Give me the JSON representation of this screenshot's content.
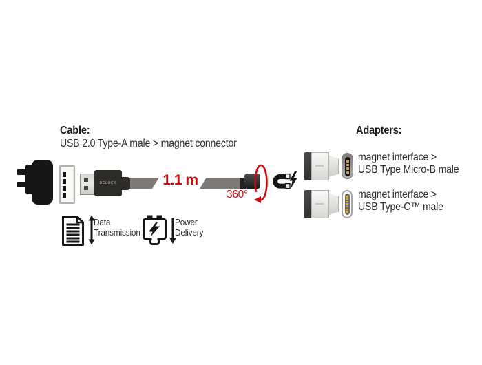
{
  "page": {
    "background": "#ffffff"
  },
  "colors": {
    "accent_red": "#cb0a10",
    "cable_gray": "#7d7976",
    "ink_black": "#161616",
    "text_dark": "#2d2d2b",
    "pin_gold": "#c9a345"
  },
  "cable": {
    "heading": "Cable:",
    "description": "USB 2.0 Type-A male > magnet connector",
    "length_label": "1.1 m",
    "rotation_label": "360°",
    "connector_brand": "DELOCK"
  },
  "adapters": {
    "heading": "Adapters:",
    "items": [
      {
        "line1": "magnet interface >",
        "line2": "USB Type Micro-B male"
      },
      {
        "line1": "magnet interface >",
        "line2": "USB Type-C™ male"
      }
    ]
  },
  "features": {
    "items": [
      {
        "line1": "Data",
        "line2": "Transmission"
      },
      {
        "line1": "Power",
        "line2": "Delivery"
      }
    ]
  },
  "icons": {
    "charger": "wall-charger-icon",
    "usb_a_port": "usb-a-female-port-icon",
    "usb_a_plug": "usb-a-male-plug-icon",
    "rotation": "rotation-360-arrow-icon",
    "magnet": "horseshoe-magnet-icon",
    "bolt": "lightning-bolt-icon",
    "micro_b_front": "usb-micro-b-plug-icon",
    "usb_c_front": "usb-c-plug-icon",
    "data_transmission": "document-transfer-icon",
    "power_delivery": "battery-power-icon"
  }
}
